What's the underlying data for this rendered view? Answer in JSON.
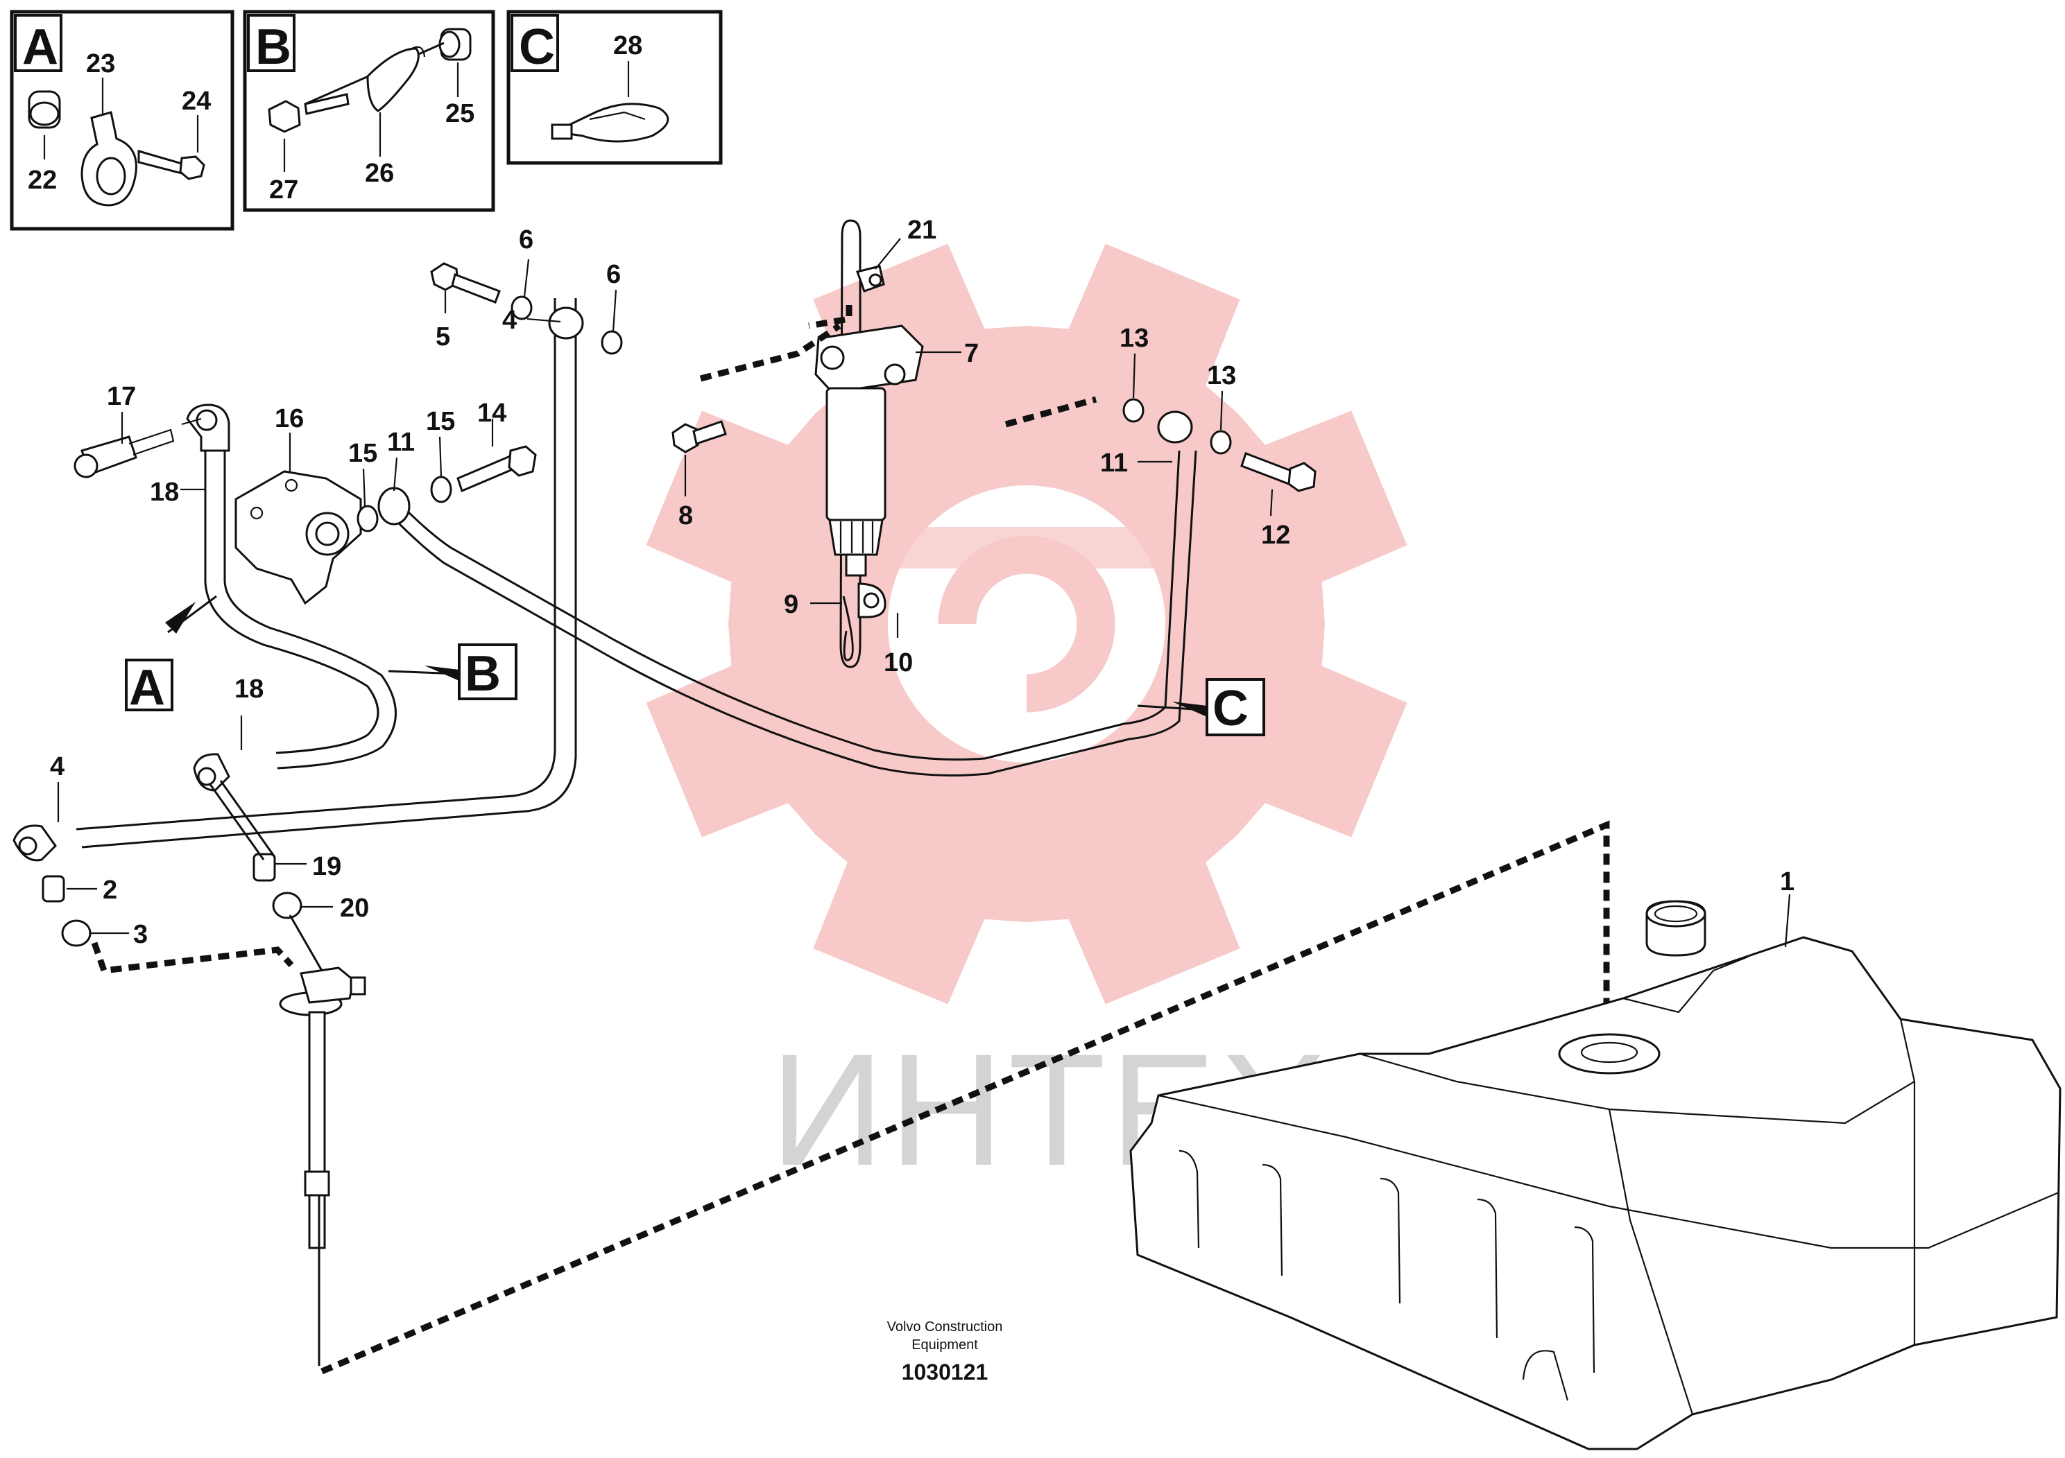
{
  "watermark": {
    "text": "ИНТЕХ",
    "gear_color": "#f7c9c9",
    "text_color": "#d4d4d4"
  },
  "detail_boxes": [
    {
      "letter": "A",
      "parts": [
        "23",
        "24",
        "22"
      ]
    },
    {
      "letter": "B",
      "parts": [
        "25",
        "27",
        "26"
      ]
    },
    {
      "letter": "C",
      "parts": [
        "28"
      ]
    }
  ],
  "view_markers": [
    "A",
    "B",
    "C"
  ],
  "callouts": [
    "6",
    "21",
    "6",
    "5",
    "4",
    "7",
    "13",
    "13",
    "17",
    "16",
    "15",
    "11",
    "15",
    "14",
    "8",
    "11",
    "12",
    "18",
    "9",
    "10",
    "18",
    "4",
    "2",
    "19",
    "20",
    "3",
    "1"
  ],
  "footer": {
    "line1": "Volvo Construction",
    "line2": "Equipment",
    "drawing_number": "1030121"
  }
}
